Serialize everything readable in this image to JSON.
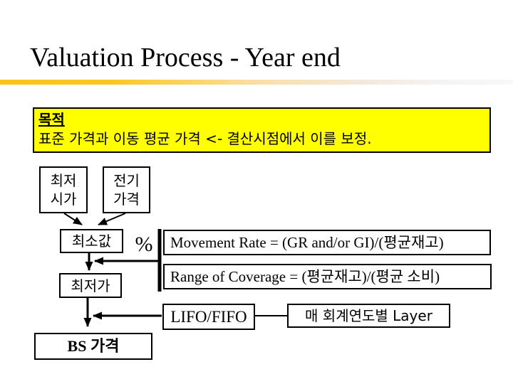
{
  "slide": {
    "title": "Valuation Process - Year end",
    "purpose": {
      "heading": "목적",
      "body": "표준 가격과 이동 평균 가격 <- 결산시점에서 이를 보정."
    },
    "nodes": {
      "lowest_market_line1": "최저",
      "lowest_market_line2": "시가",
      "prev_period_line1": "전기",
      "prev_period_line2": "가격",
      "minimum": "최소값",
      "lowest_price": "최저가",
      "bs_price": "BS 가격",
      "lifo_fifo": "LIFO/FIFO",
      "layer": "매 회계연도별 Layer",
      "movement_rate": "Movement Rate = (GR and/or GI)/(평균재고)",
      "range_of_coverage": "Range of Coverage = (평균재고)/(평균 소비)",
      "percent_label": "%"
    },
    "colors": {
      "highlight_fill": "#FFFF00",
      "accent_bar": "#FFC217",
      "line": "#000000",
      "background": "#FFFFFF"
    }
  }
}
